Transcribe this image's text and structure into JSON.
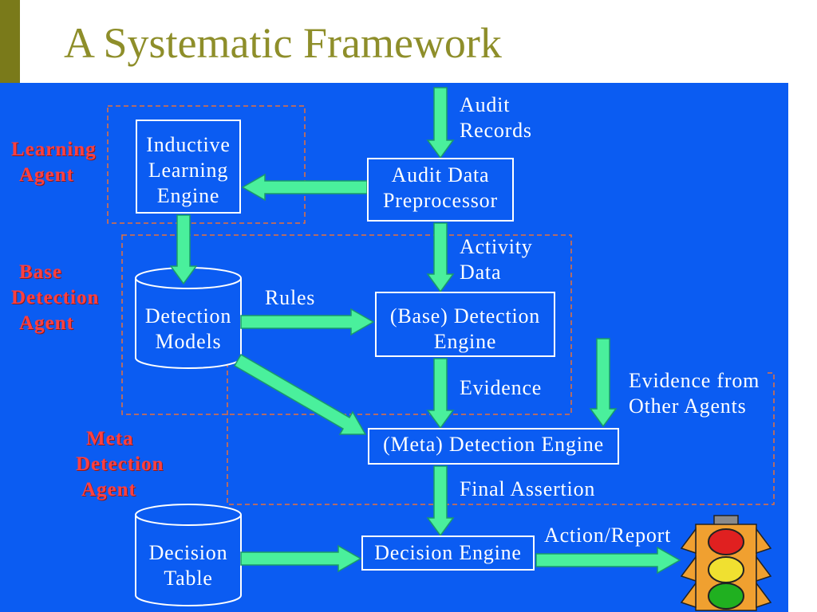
{
  "slide": {
    "title": "A Systematic Framework"
  },
  "colors": {
    "panel": "#0b5cf2",
    "title": "#8e8e2a",
    "bar": "#7a7a1a",
    "agent": "#ff4040",
    "arrow": "#4af09c",
    "dashed": "#e8703a"
  },
  "agents": {
    "learning": [
      "Learning",
      "Agent"
    ],
    "base": [
      "Base",
      "Detection",
      "Agent"
    ],
    "meta": [
      "Meta",
      "Detection",
      "Agent"
    ]
  },
  "nodes": {
    "inductive_learning_engine": [
      "Inductive",
      "Learning",
      "Engine"
    ],
    "audit_data_preprocessor": [
      "Audit Data",
      "Preprocessor"
    ],
    "detection_models": [
      "Detection",
      "Models"
    ],
    "base_detection_engine": [
      "(Base) Detection",
      "Engine"
    ],
    "meta_detection_engine": [
      "(Meta) Detection Engine"
    ],
    "decision_table": [
      "Decision",
      "Table"
    ],
    "decision_engine": [
      "Decision Engine"
    ]
  },
  "edge_labels": {
    "audit_records": [
      "Audit",
      "Records"
    ],
    "activity_data": [
      "Activity",
      "Data"
    ],
    "rules": "Rules",
    "evidence": "Evidence",
    "evidence_other": [
      "Evidence from",
      "Other Agents"
    ],
    "final_assertion": "Final Assertion",
    "action_report": "Action/Report"
  }
}
